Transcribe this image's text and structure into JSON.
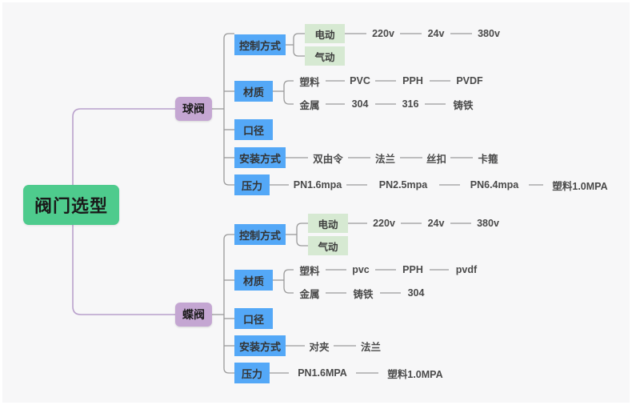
{
  "diagram": {
    "type": "mind-map",
    "title": "阀门选型",
    "background_color": "#f7f7f8",
    "colors": {
      "root": "#4ecb8d",
      "branch": "#c4a6d2",
      "topic": "#54a8f7",
      "leaf_box": "#d6e9d2",
      "root_connector": "#b9a0cc",
      "connector": "#9a9a9a",
      "text": "#4a4a4a"
    },
    "root": {
      "label": "阀门选型"
    },
    "branches": [
      {
        "label": "球阀",
        "topics": [
          {
            "label": "控制方式",
            "groups": [
              {
                "box": "电动",
                "chain": [
                  "220v",
                  "24v",
                  "380v"
                ]
              },
              {
                "box": "气动",
                "chain": []
              }
            ]
          },
          {
            "label": "材质",
            "groups": [
              {
                "text": "塑料",
                "chain": [
                  "PVC",
                  "PPH",
                  "PVDF"
                ]
              },
              {
                "text": "金属",
                "chain": [
                  "304",
                  "316",
                  "铸铁"
                ]
              }
            ]
          },
          {
            "label": "口径",
            "groups": []
          },
          {
            "label": "安装方式",
            "chain": [
              "双由令",
              "法兰",
              "丝扣",
              "卡箍"
            ]
          },
          {
            "label": "压力",
            "chain": [
              "PN1.6mpa",
              "PN2.5mpa",
              "PN6.4mpa",
              "塑料1.0MPA"
            ]
          }
        ]
      },
      {
        "label": "蝶阀",
        "topics": [
          {
            "label": "控制方式",
            "groups": [
              {
                "box": "电动",
                "chain": [
                  "220v",
                  "24v",
                  "380v"
                ]
              },
              {
                "box": "气动",
                "chain": []
              }
            ]
          },
          {
            "label": "材质",
            "groups": [
              {
                "text": "塑料",
                "chain": [
                  "pvc",
                  "PPH",
                  "pvdf"
                ]
              },
              {
                "text": "金属",
                "chain": [
                  "铸铁",
                  "304"
                ]
              }
            ]
          },
          {
            "label": "口径",
            "groups": []
          },
          {
            "label": "安装方式",
            "chain": [
              "对夹",
              "法兰"
            ]
          },
          {
            "label": "压力",
            "chain": [
              "PN1.6MPA",
              "塑料1.0MPA"
            ]
          }
        ]
      }
    ]
  }
}
